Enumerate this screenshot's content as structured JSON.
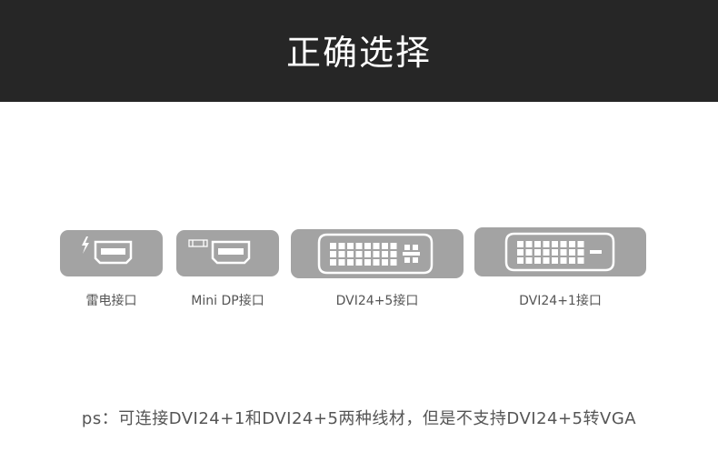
{
  "header": {
    "title": "正确选择"
  },
  "ports": [
    {
      "label": "雷电接口",
      "icon": "thunderbolt-port-icon"
    },
    {
      "label": "Mini DP接口",
      "icon": "mini-displayport-icon"
    },
    {
      "label": "DVI24+5接口",
      "icon": "dvi-24-5-port-icon"
    },
    {
      "label": "DVI24+1接口",
      "icon": "dvi-24-1-port-icon"
    }
  ],
  "note": {
    "text": "ps：可连接DVI24+1和DVI24+5两种线材，但是不支持DVI24+5转VGA"
  },
  "colors": {
    "header_bg": "#262626",
    "card_bg": "#a3a3a3",
    "text": "#555555"
  }
}
